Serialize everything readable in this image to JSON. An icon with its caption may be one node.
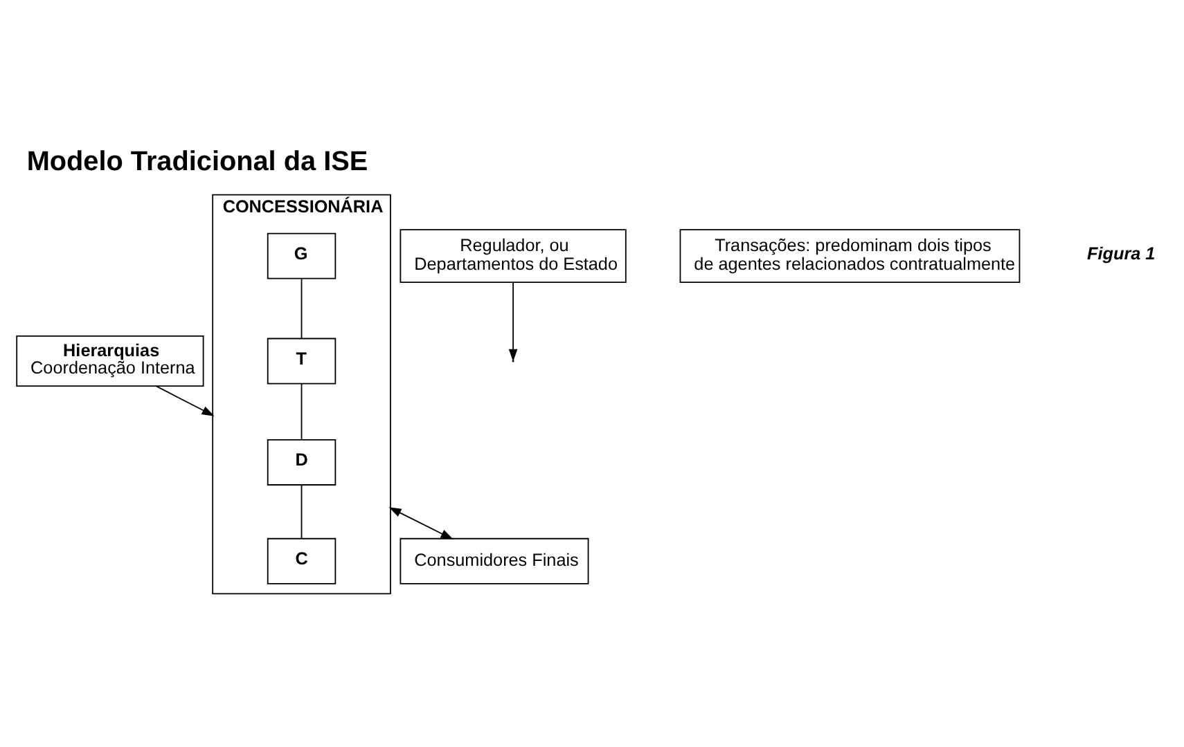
{
  "diagram": {
    "title": "Modelo Tradicional da ISE",
    "nodes": [
      {
        "text": [
          "Hierarquias",
          "Coordenação Interna"
        ]
      },
      {
        "text": [
          "Regulador, ou Departamentos do Estado"
        ]
      },
      {
        "text": [
          "CONCESSIONÁRIA"
        ]
      },
      {
        "text": [
          "G"
        ],
        "in": 2
      },
      {
        "text": [
          "T"
        ],
        "in": 2
      },
      {
        "text": [
          "D"
        ],
        "in": 2
      },
      {
        "text": [
          "C"
        ],
        "in": 2
      },
      {
        "text": [
          "Consumidores Finais"
        ]
      },
      {
        "text": [
          "Transações: predominam dois tipos de agentes relacionados contratualmente"
        ]
      }
    ],
    "edges": [
      {
        "from": 0,
        "to": 2,
        "arrow": "to"
      },
      {
        "from": 1,
        "to": null,
        "arrow": "to"
      },
      {
        "from": 2,
        "to": 7,
        "arrow": "both"
      },
      {
        "from": 3,
        "to": 4,
        "arrow": "none"
      },
      {
        "from": 4,
        "to": 5,
        "arrow": "none"
      },
      {
        "from": 5,
        "to": 6,
        "arrow": "none"
      }
    ],
    "labels": [
      "Figura 1"
    ]
  }
}
